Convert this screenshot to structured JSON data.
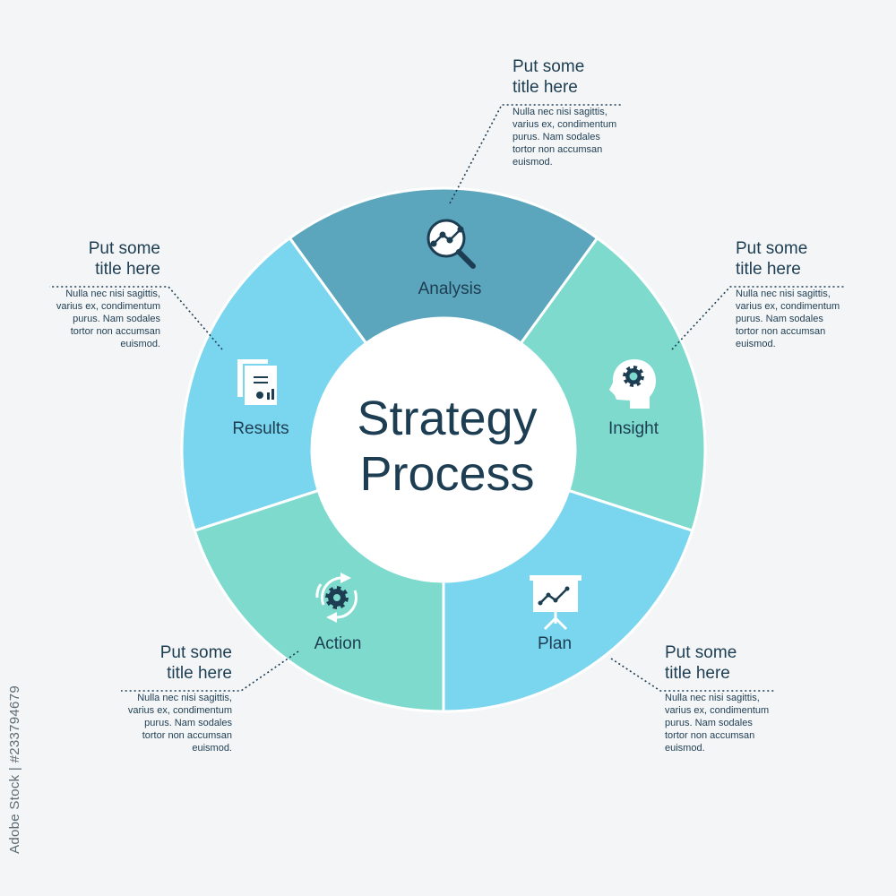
{
  "center": {
    "line1": "Strategy",
    "line2": "Process"
  },
  "colors": {
    "background": "#f4f5f6",
    "text_dark": "#1d3d52",
    "analysis": "#5ba6bd",
    "insight": "#7ddacd",
    "plan": "#7ad5ef",
    "action": "#7ddacd",
    "results": "#7ad5ef"
  },
  "segments": [
    {
      "key": "analysis",
      "label": "Analysis",
      "icon": "magnifier-chart-icon"
    },
    {
      "key": "insight",
      "label": "Insight",
      "icon": "head-gear-icon"
    },
    {
      "key": "plan",
      "label": "Plan",
      "icon": "presentation-board-icon"
    },
    {
      "key": "action",
      "label": "Action",
      "icon": "gear-cycle-icon"
    },
    {
      "key": "results",
      "label": "Results",
      "icon": "documents-chart-icon"
    }
  ],
  "callouts": {
    "analysis": {
      "title": "Put some\ntitle here",
      "body": "Nulla nec nisi sagittis,\nvarius ex, condimentum\npurus. Nam sodales\ntortor non accumsan\neuismod."
    },
    "insight": {
      "title": "Put some\ntitle here",
      "body": "Nulla nec nisi sagittis,\nvarius ex, condimentum\npurus. Nam sodales\ntortor non accumsan\neuismod."
    },
    "plan": {
      "title": "Put some\ntitle here",
      "body": "Nulla nec nisi sagittis,\nvarius ex, condimentum\npurus. Nam sodales\ntortor non accumsan\neuismod."
    },
    "action": {
      "title": "Put some\ntitle here",
      "body": "Nulla nec nisi sagittis,\nvarius ex, condimentum\npurus. Nam sodales\ntortor non accumsan\neuismod."
    },
    "results": {
      "title": "Put some\ntitle here",
      "body": "Nulla nec nisi sagittis,\nvarius ex, condimentum\npurus. Nam sodales\ntortor non accumsan\neuismod."
    }
  },
  "stock_id": "Adobe Stock | #233794679"
}
